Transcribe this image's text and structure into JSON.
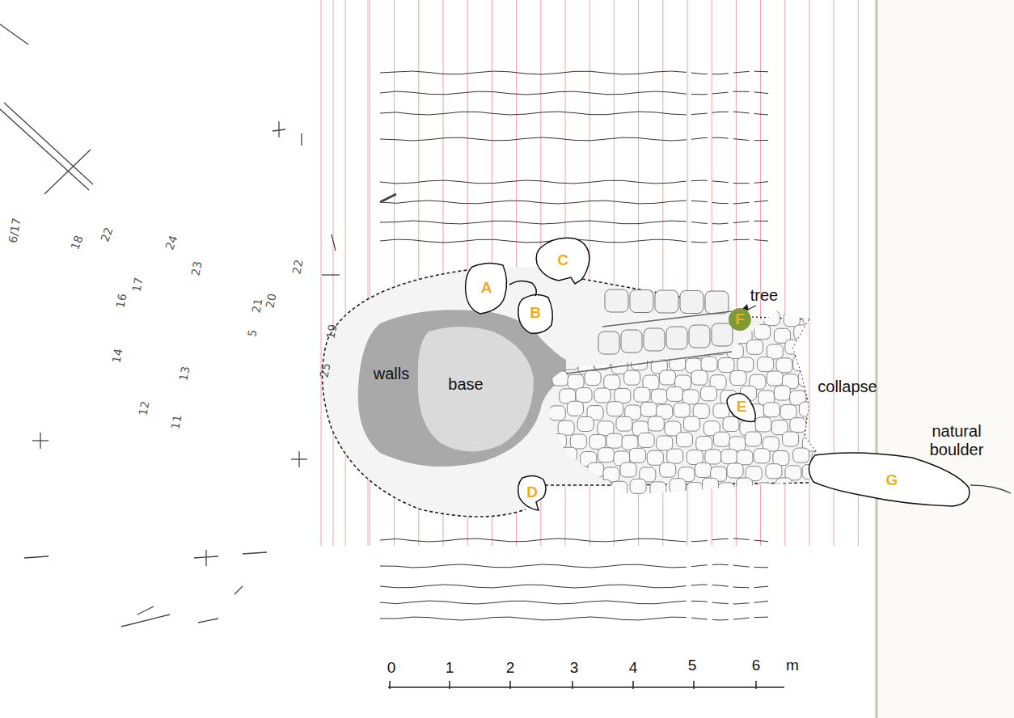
{
  "diagram": {
    "nodes": [
      {
        "text": [
          "C"
        ]
      },
      {
        "text": [
          "A"
        ]
      },
      {
        "text": [
          "B"
        ]
      },
      {
        "text": [
          "F"
        ]
      },
      {
        "text": [
          "E"
        ]
      },
      {
        "text": [
          "D"
        ]
      },
      {
        "text": [
          "G"
        ]
      }
    ],
    "labels": [
      "tree",
      "walls",
      "base",
      "collapse",
      "natural boulder",
      "0",
      "1",
      "2",
      "3",
      "4",
      "5",
      "6",
      "m",
      "6/17",
      "22",
      "18",
      "24",
      "17",
      "16",
      "23",
      "20",
      "22",
      "21",
      "5",
      "19",
      "25",
      "14",
      "13",
      "12",
      "11"
    ]
  }
}
